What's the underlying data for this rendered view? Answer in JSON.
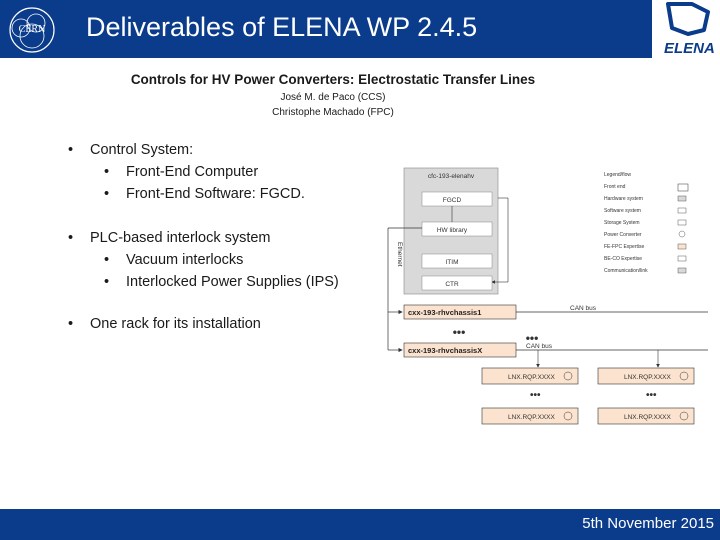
{
  "header": {
    "title": "Deliverables of ELENA WP 2.4.5",
    "cern_logo_text": "CERN",
    "elena_logo_text": "ELENA"
  },
  "subtitle": {
    "heading": "Controls for HV Power Converters: Electrostatic Transfer Lines",
    "author_1": "José M. de Paco (CCS)",
    "author_2": "Christophe Machado (FPC)"
  },
  "bullets": [
    {
      "text": "Control System:",
      "subitems": [
        "Front-End Computer",
        "Front-End Software: FGCD."
      ]
    },
    {
      "text": "PLC-based interlock system",
      "subitems": [
        "Vacuum interlocks",
        "Interlocked Power Supplies (IPS)"
      ]
    },
    {
      "text": "One rack for its installation",
      "subitems": []
    }
  ],
  "diagram": {
    "computer_label": "cfc-193-elenahv",
    "fgcd_label": "FGCD",
    "hw_library_label": "HW library",
    "itim_label": "ITIM",
    "ctr_label": "CTR",
    "ethernet_label": "Ethernet",
    "chassis_1_label": "cxx-193-rhvchassis1",
    "chassis_x_label": "cxx-193-rhvchassisX",
    "can_bus_label_1": "CAN bus",
    "can_bus_label_2": "CAN bus",
    "converter_label": "LNX.RQP.XXXX",
    "ellipsis": "•••",
    "legend": [
      "Legend/flow",
      "Front end",
      "Hardware system",
      "Software system",
      "Storage System",
      "Power Converter",
      "FE-FPC Expertise",
      "BE-CO Expertise",
      "Communication/link"
    ]
  },
  "footer": {
    "date": "5th November 2015"
  },
  "colors": {
    "brand_blue": "#0b3c8c",
    "converter_fill": "#fbe3cf",
    "computer_fill": "#d9d9d9"
  }
}
